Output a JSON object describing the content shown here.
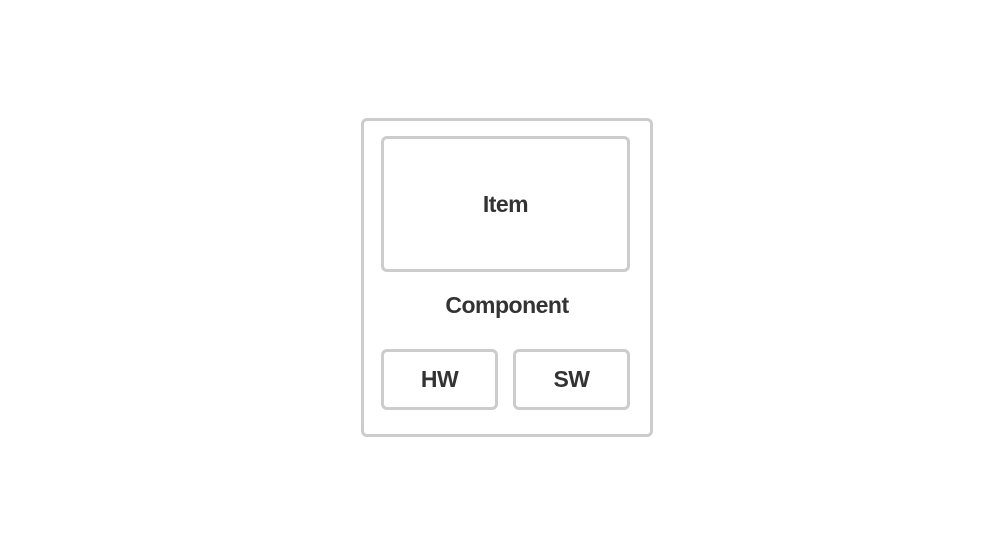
{
  "diagram": {
    "container": {
      "label": "Component"
    },
    "item": {
      "label": "Item"
    },
    "parts": [
      {
        "label": "HW"
      },
      {
        "label": "SW"
      }
    ]
  },
  "colors": {
    "border": "#cccccc",
    "text": "#333333",
    "background": "#ffffff"
  }
}
